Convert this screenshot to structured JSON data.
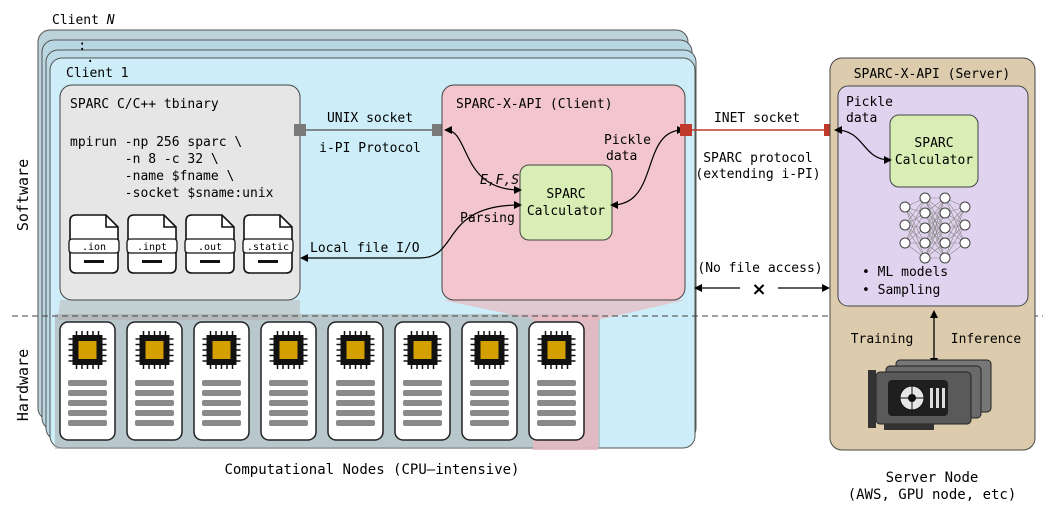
{
  "side_labels": {
    "software": "Software",
    "hardware": "Hardware"
  },
  "clients": {
    "client_n": "Client N",
    "client_1": "Client 1",
    "ellipsis": ". . ."
  },
  "tbinary": {
    "title": "SPARC C/C++ tbinary",
    "command": [
      "mpirun -np 256 sparc \\",
      "       -n 8 -c 32 \\",
      "       -name $fname \\",
      "       -socket $sname:unix"
    ],
    "files": [
      ".ion",
      ".inpt",
      ".out",
      ".static"
    ]
  },
  "client_api": {
    "title": "SPARC-X-API (Client)",
    "pickle": [
      "Pickle",
      "data"
    ],
    "efs": "E,F,S",
    "parsing": "Parsing",
    "calculator": [
      "SPARC",
      "Calculator"
    ]
  },
  "links": {
    "unix_socket": "UNIX socket",
    "ipi_protocol": "i-PI Protocol",
    "local_io": "Local file I/O",
    "inet_socket": "INET socket",
    "sparc_protocol": [
      "SPARC protocol",
      "(extending i-PI)"
    ],
    "no_file_access": "(No file access)"
  },
  "server": {
    "title": "SPARC-X-API (Server)",
    "pickle": [
      "Pickle",
      "data"
    ],
    "calculator": [
      "SPARC",
      "Calculator"
    ],
    "bullets": [
      "ML models",
      "Sampling"
    ],
    "training": "Training",
    "inference": "Inference"
  },
  "captions": {
    "compute": "Computational Nodes (CPU–intensive)",
    "server": [
      "Server Node",
      "(AWS, GPU node, etc)"
    ]
  },
  "colors": {
    "client_fill": "#cdeef8",
    "client_stack": "#b7cdd6",
    "tbinary_fill": "#e6e6e6",
    "api_fill": "#f2c6cc",
    "calc_fill": "#d8eeb4",
    "server_fill": "#dcccad",
    "server_inner": "#e0d3ef",
    "cpu_chip": "#d4a000",
    "socket_gray": "#7a7a7a",
    "socket_red": "#c0392b"
  },
  "cpu_node_count": 8
}
